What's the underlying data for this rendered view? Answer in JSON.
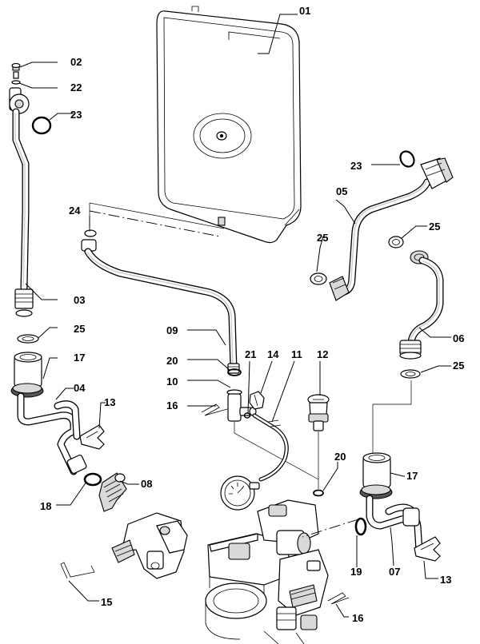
{
  "labels": {
    "l01": "01",
    "l02": "02",
    "l22": "22",
    "l23a": "23",
    "l03": "03",
    "l25a": "25",
    "l17a": "17",
    "l04": "04",
    "l13a": "13",
    "l18": "18",
    "l08": "08",
    "l15": "15",
    "l24": "24",
    "l09": "09",
    "l20a": "20",
    "l10": "10",
    "l16a": "16",
    "l21": "21",
    "l14": "14",
    "l11": "11",
    "l12": "12",
    "l20b": "20",
    "l23b": "23",
    "l05": "05",
    "l25b": "25",
    "l25c": "25",
    "l06": "06",
    "l25d": "25",
    "l17b": "17",
    "l19": "19",
    "l07": "07",
    "l13b": "13",
    "l16b": "16"
  }
}
